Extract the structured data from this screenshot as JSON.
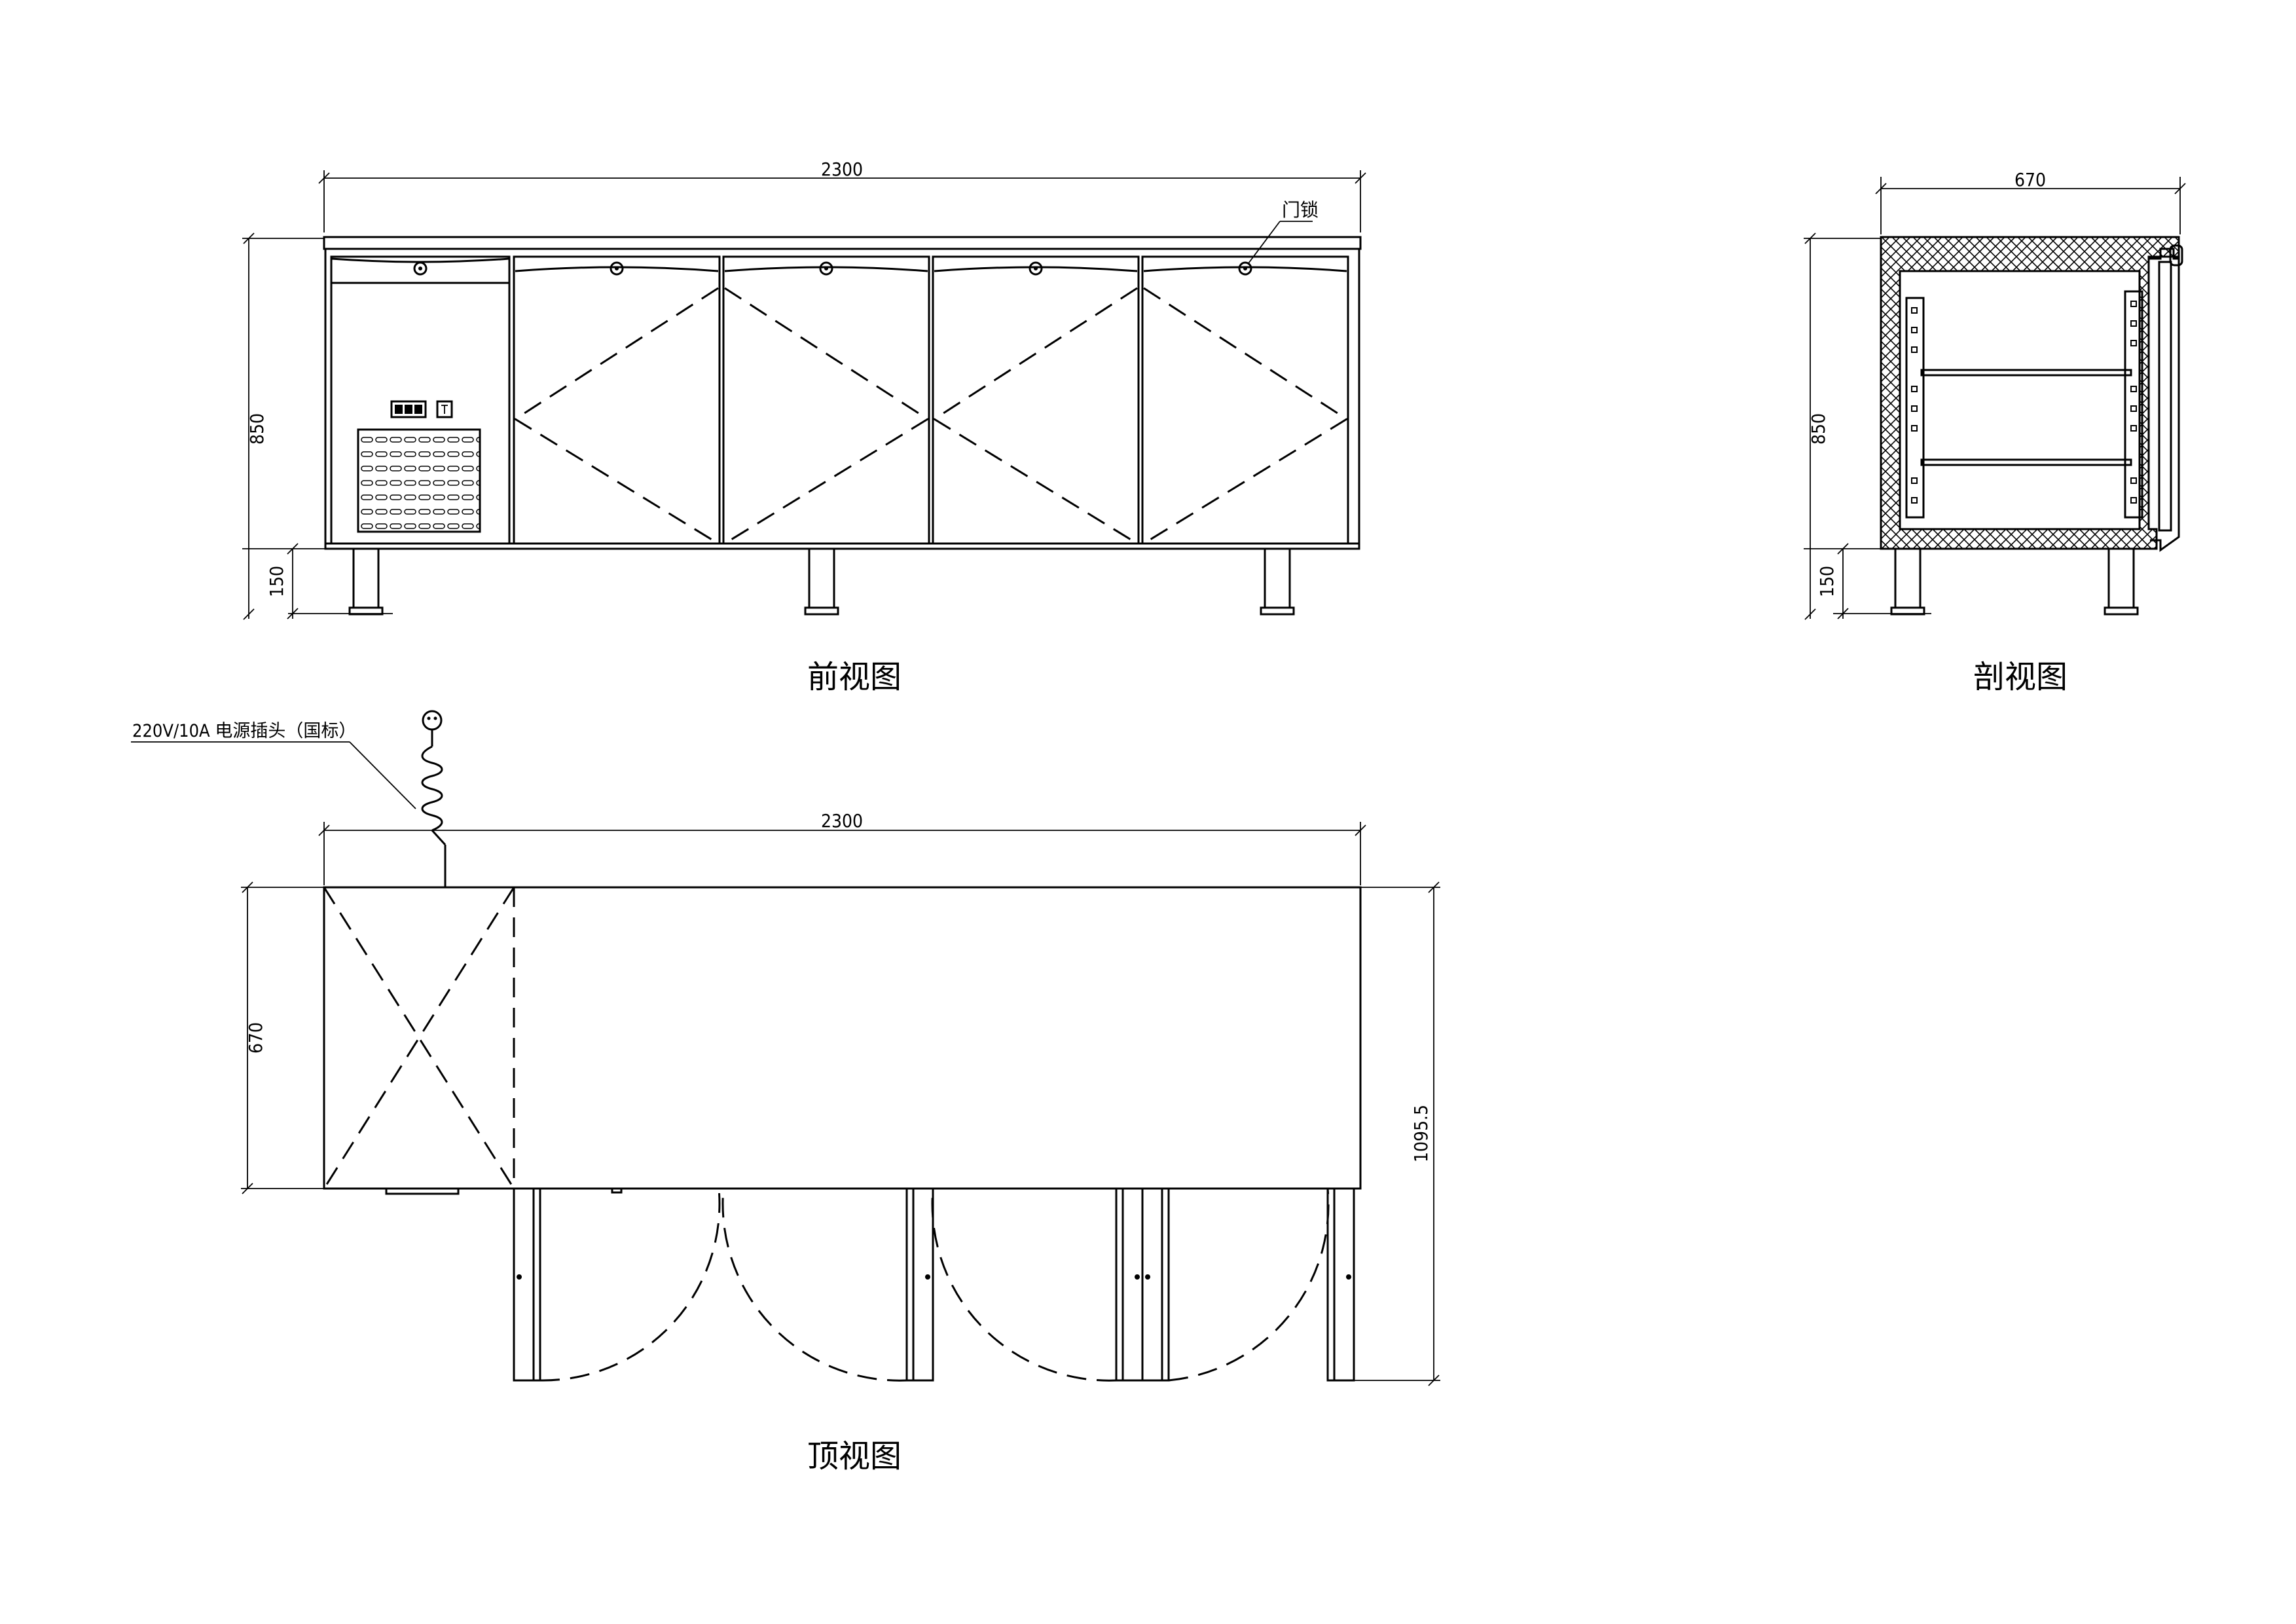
{
  "front_view": {
    "title": "前视图",
    "width_dim": "2300",
    "height_dim": "850",
    "leg_dim": "150",
    "lock_label": "门锁"
  },
  "section_view": {
    "title": "剖视图",
    "depth_dim": "670",
    "height_dim": "850",
    "leg_dim": "150"
  },
  "top_view": {
    "title": "顶视图",
    "width_dim": "2300",
    "depth_dim": "670",
    "total_depth_dim": "1095.5",
    "plug_label": "220V/10A 电源插头（国标）"
  }
}
